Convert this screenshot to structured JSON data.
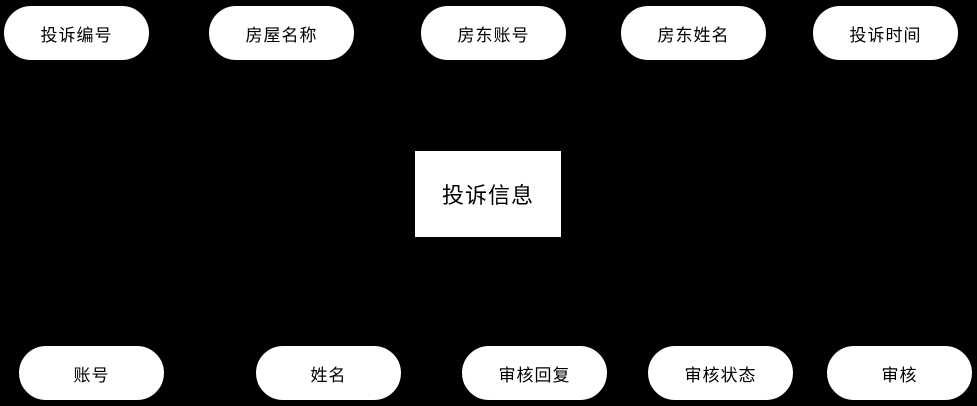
{
  "diagram": {
    "entity": {
      "label": "投诉信息"
    },
    "attributes_top": [
      {
        "label": "投诉编号"
      },
      {
        "label": "房屋名称"
      },
      {
        "label": "房东账号"
      },
      {
        "label": "房东姓名"
      },
      {
        "label": "投诉时间"
      }
    ],
    "attributes_bottom": [
      {
        "label": "账号"
      },
      {
        "label": "姓名"
      },
      {
        "label": "审核回复"
      },
      {
        "label": "审核状态"
      },
      {
        "label": "审核"
      }
    ],
    "colors": {
      "background": "#000000",
      "node_fill": "#ffffff",
      "text": "#000000"
    }
  }
}
